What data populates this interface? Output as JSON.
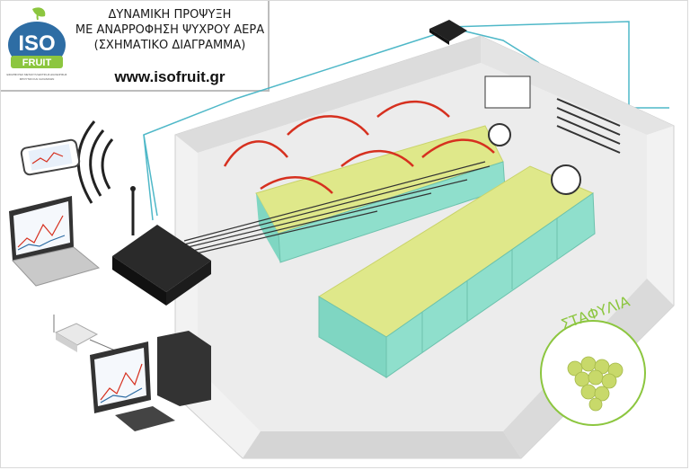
{
  "header": {
    "title_line1": "ΔΥΝΑΜΙΚΗ ΠΡΟΨΥΞΗ",
    "title_line2": "ΜΕ ΑΝΑΡΡΟΦΗΣΗ ΨΥΧΡΟΥ ΑΕΡΑ",
    "title_line3": "(ΣΧΗΜΑΤΙΚΟ ΔΙΑΓΡΑΜΜΑ)",
    "url": "www.isofruit.gr"
  },
  "logo": {
    "top_text": "ISO",
    "bottom_text": "FRUIT",
    "tagline": "ΕΦΑΡΜΟΓΕΣ ΜΕΤΑΣΥΛΛΕΚΤΙΚΗΣ ΔΙΑΧΕΙΡΙΣΗΣ ΦΡΟΥΤΩΝ ΚΑΙ ΛΑΧΑΝΙΚΩΝ"
  },
  "product_badge": {
    "label": "ΣΤΑΦΥΛΙΑ"
  },
  "colors": {
    "logo_blue": "#2e6da4",
    "logo_green": "#8cc63f",
    "crate_teal": "#7fd6c2",
    "produce_yellow": "#dfe88a",
    "airflow_red": "#d6301f",
    "cable_cyan": "#4fb8c8",
    "wall_grey": "#e6e6e6"
  }
}
